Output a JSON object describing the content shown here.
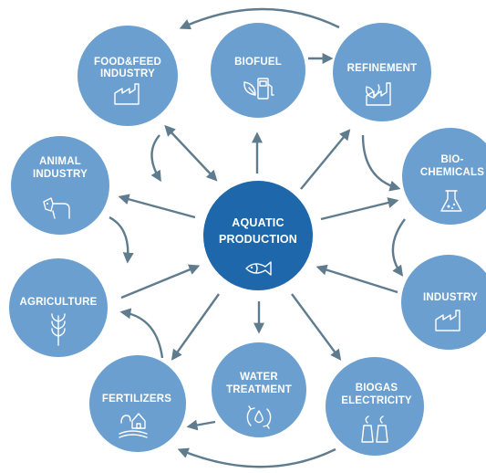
{
  "diagram": {
    "center": {
      "line1": "AQUATIC",
      "line2": "PRODUCTION",
      "icon": "fish-icon"
    },
    "nodes": {
      "food_feed": {
        "line1": "FOOD&FEED",
        "line2": "INDUSTRY",
        "icon": "factory-icon"
      },
      "biofuel": {
        "line1": "BIOFUEL",
        "icon": "fuel-pump-leaf-icon"
      },
      "refinement": {
        "line1": "REFINEMENT",
        "icon": "plant-factory-icon"
      },
      "biochemicals": {
        "line1": "BIO-",
        "line2": "CHEMICALS",
        "icon": "flask-icon"
      },
      "industry": {
        "line1": "INDUSTRY",
        "icon": "factory-icon"
      },
      "biogas": {
        "line1": "BIOGAS",
        "line2": "ELECTRICITY",
        "icon": "power-plant-icon"
      },
      "water": {
        "line1": "WATER",
        "line2": "TREATMENT",
        "icon": "water-cycle-icon"
      },
      "fertilizers": {
        "line1": "FERTILIZERS",
        "icon": "farmhouse-icon"
      },
      "agriculture": {
        "line1": "AGRICULTURE",
        "icon": "wheat-icon"
      },
      "animal": {
        "line1": "ANIMAL",
        "line2": "INDUSTRY",
        "icon": "cow-icon"
      }
    },
    "colors": {
      "node": "#6a9fcf",
      "center": "#1e67aa",
      "arrow": "#5f7c8e",
      "text": "#ffffff"
    }
  }
}
